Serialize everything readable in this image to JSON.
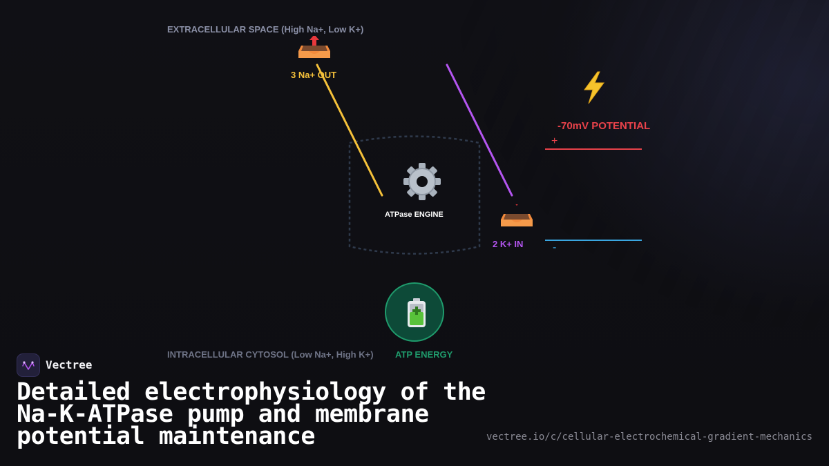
{
  "diagram": {
    "extracellular_label": "EXTRACELLULAR SPACE (High Na+, Low K+)",
    "intracellular_label": "INTRACELLULAR CYTOSOL (Low Na+, High K+)",
    "sodium_label": "3 Na+ OUT",
    "potassium_label": "2 K+ IN",
    "engine_label": "ATPase ENGINE",
    "atp_label": "ATP ENERGY",
    "potential_label": "-70mV POTENTIAL",
    "positive_sign": "+",
    "negative_sign": "-",
    "icons": {
      "sodium": "outbox-tray-icon",
      "potassium": "inbox-tray-icon",
      "engine": "gear-icon",
      "potential": "lightning-bolt-icon",
      "atp": "battery-icon"
    }
  },
  "brand": {
    "name": "Vectree",
    "logo_icon": "vectree-logo-icon"
  },
  "headline": "Detailed electrophysiology of the Na-K-ATPase pump and membrane potential maintenance",
  "source_url": "vectree.io/c/cellular-electrochemical-gradient-mechanics",
  "colors": {
    "background": "#0f0f13",
    "sodium": "#f5c13a",
    "potassium": "#b455f0",
    "positive": "#e8424a",
    "negative": "#3aa6e0",
    "atp": "#1f9b6c",
    "membrane": "#2f3a4c"
  }
}
